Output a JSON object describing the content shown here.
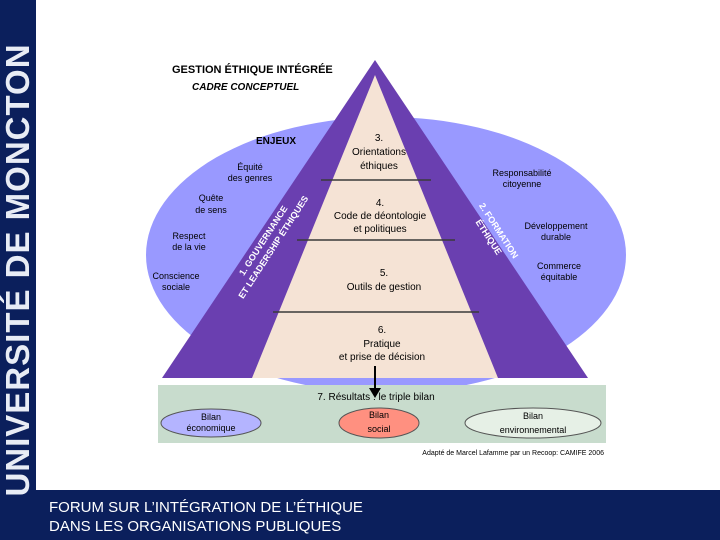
{
  "sidebar": {
    "university_name": "UNIVERSITÉ DE MONCTON"
  },
  "diagram": {
    "title": "GESTION ÉTHIQUE INTÉGRÉE",
    "subtitle": "CADRE CONCEPTUEL",
    "enjeux_heading": "ENJEUX",
    "left_issues": [
      {
        "line1": "Équité",
        "line2": "des genres"
      },
      {
        "line1": "Quête",
        "line2": "de sens"
      },
      {
        "line1": "Respect",
        "line2": "de la vie"
      },
      {
        "line1": "Conscience",
        "line2": "sociale"
      }
    ],
    "right_issues": [
      {
        "line1": "Responsabilité",
        "line2": "citoyenne"
      },
      {
        "line1": "Développement",
        "line2": "durable"
      },
      {
        "line1": "Commerce",
        "line2": "équitable"
      }
    ],
    "left_side_label": {
      "line1": "1. GOUVERNANCE",
      "line2": "ET LEADERSHIP ÉTHIQUES"
    },
    "right_side_label": {
      "line1": "2. FORMATION",
      "line2": "ÉTHIQUE"
    },
    "levels": [
      {
        "line1": "3.",
        "line2": "Orientations",
        "line3": "éthiques"
      },
      {
        "line1": "4.",
        "line2": "Code de déontologie",
        "line3": "et politiques"
      },
      {
        "line1": "5.",
        "line2": "Outils de gestion",
        "line3": ""
      },
      {
        "line1": "6.",
        "line2": "Pratique",
        "line3": "et prise de décision"
      }
    ],
    "results": {
      "heading": "7. Résultats : le triple bilan",
      "items": [
        {
          "line1": "Bilan",
          "line2": "économique"
        },
        {
          "line1": "Bilan",
          "line2": "social"
        },
        {
          "line1": "Bilan",
          "line2": "environnemental"
        }
      ]
    },
    "credit": "Adapté de Marcel Lafamme par un Recoop: CAMIFE 2006"
  },
  "footer": {
    "line1": "FORUM SUR L’INTÉGRATION DE L’ÉTHIQUE",
    "line2": "DANS LES ORGANISATIONS PUBLIQUES"
  },
  "colors": {
    "oval": "#9999ff",
    "pyramid_outer": "#6a3fb0",
    "pyramid_inner": "#f5e3d5",
    "results_band": "#c8dccd",
    "bilan_economique": "#b4b4ff",
    "bilan_social": "#ff9080",
    "bilan_environnemental": "#e6f0e6",
    "brand_navy": "#0b1f5c"
  }
}
